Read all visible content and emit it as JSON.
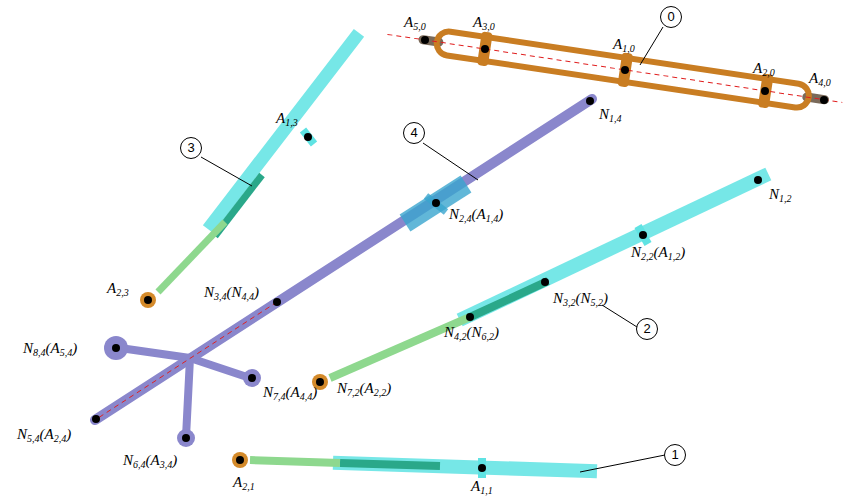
{
  "diagram": {
    "labels": [
      "0",
      "A5,0",
      "A3,0",
      "A1,0",
      "A2,0",
      "A4,0",
      "3",
      "A1,3",
      "A2,3",
      "4",
      "N1,4",
      "N2,4(A1,4)",
      "N1,2",
      "N2,2(A1,2)",
      "N3,2(N5,2)",
      "2",
      "N3,4(N4,4)",
      "N4,2(N6,2)",
      "N8,4(A5,4)",
      "N7,4(A4,4)",
      "N7,2(A2,2)",
      "N5,4(A2,4)",
      "N6,4(A3,4)",
      "A2,1",
      "A1,1",
      "1"
    ]
  }
}
